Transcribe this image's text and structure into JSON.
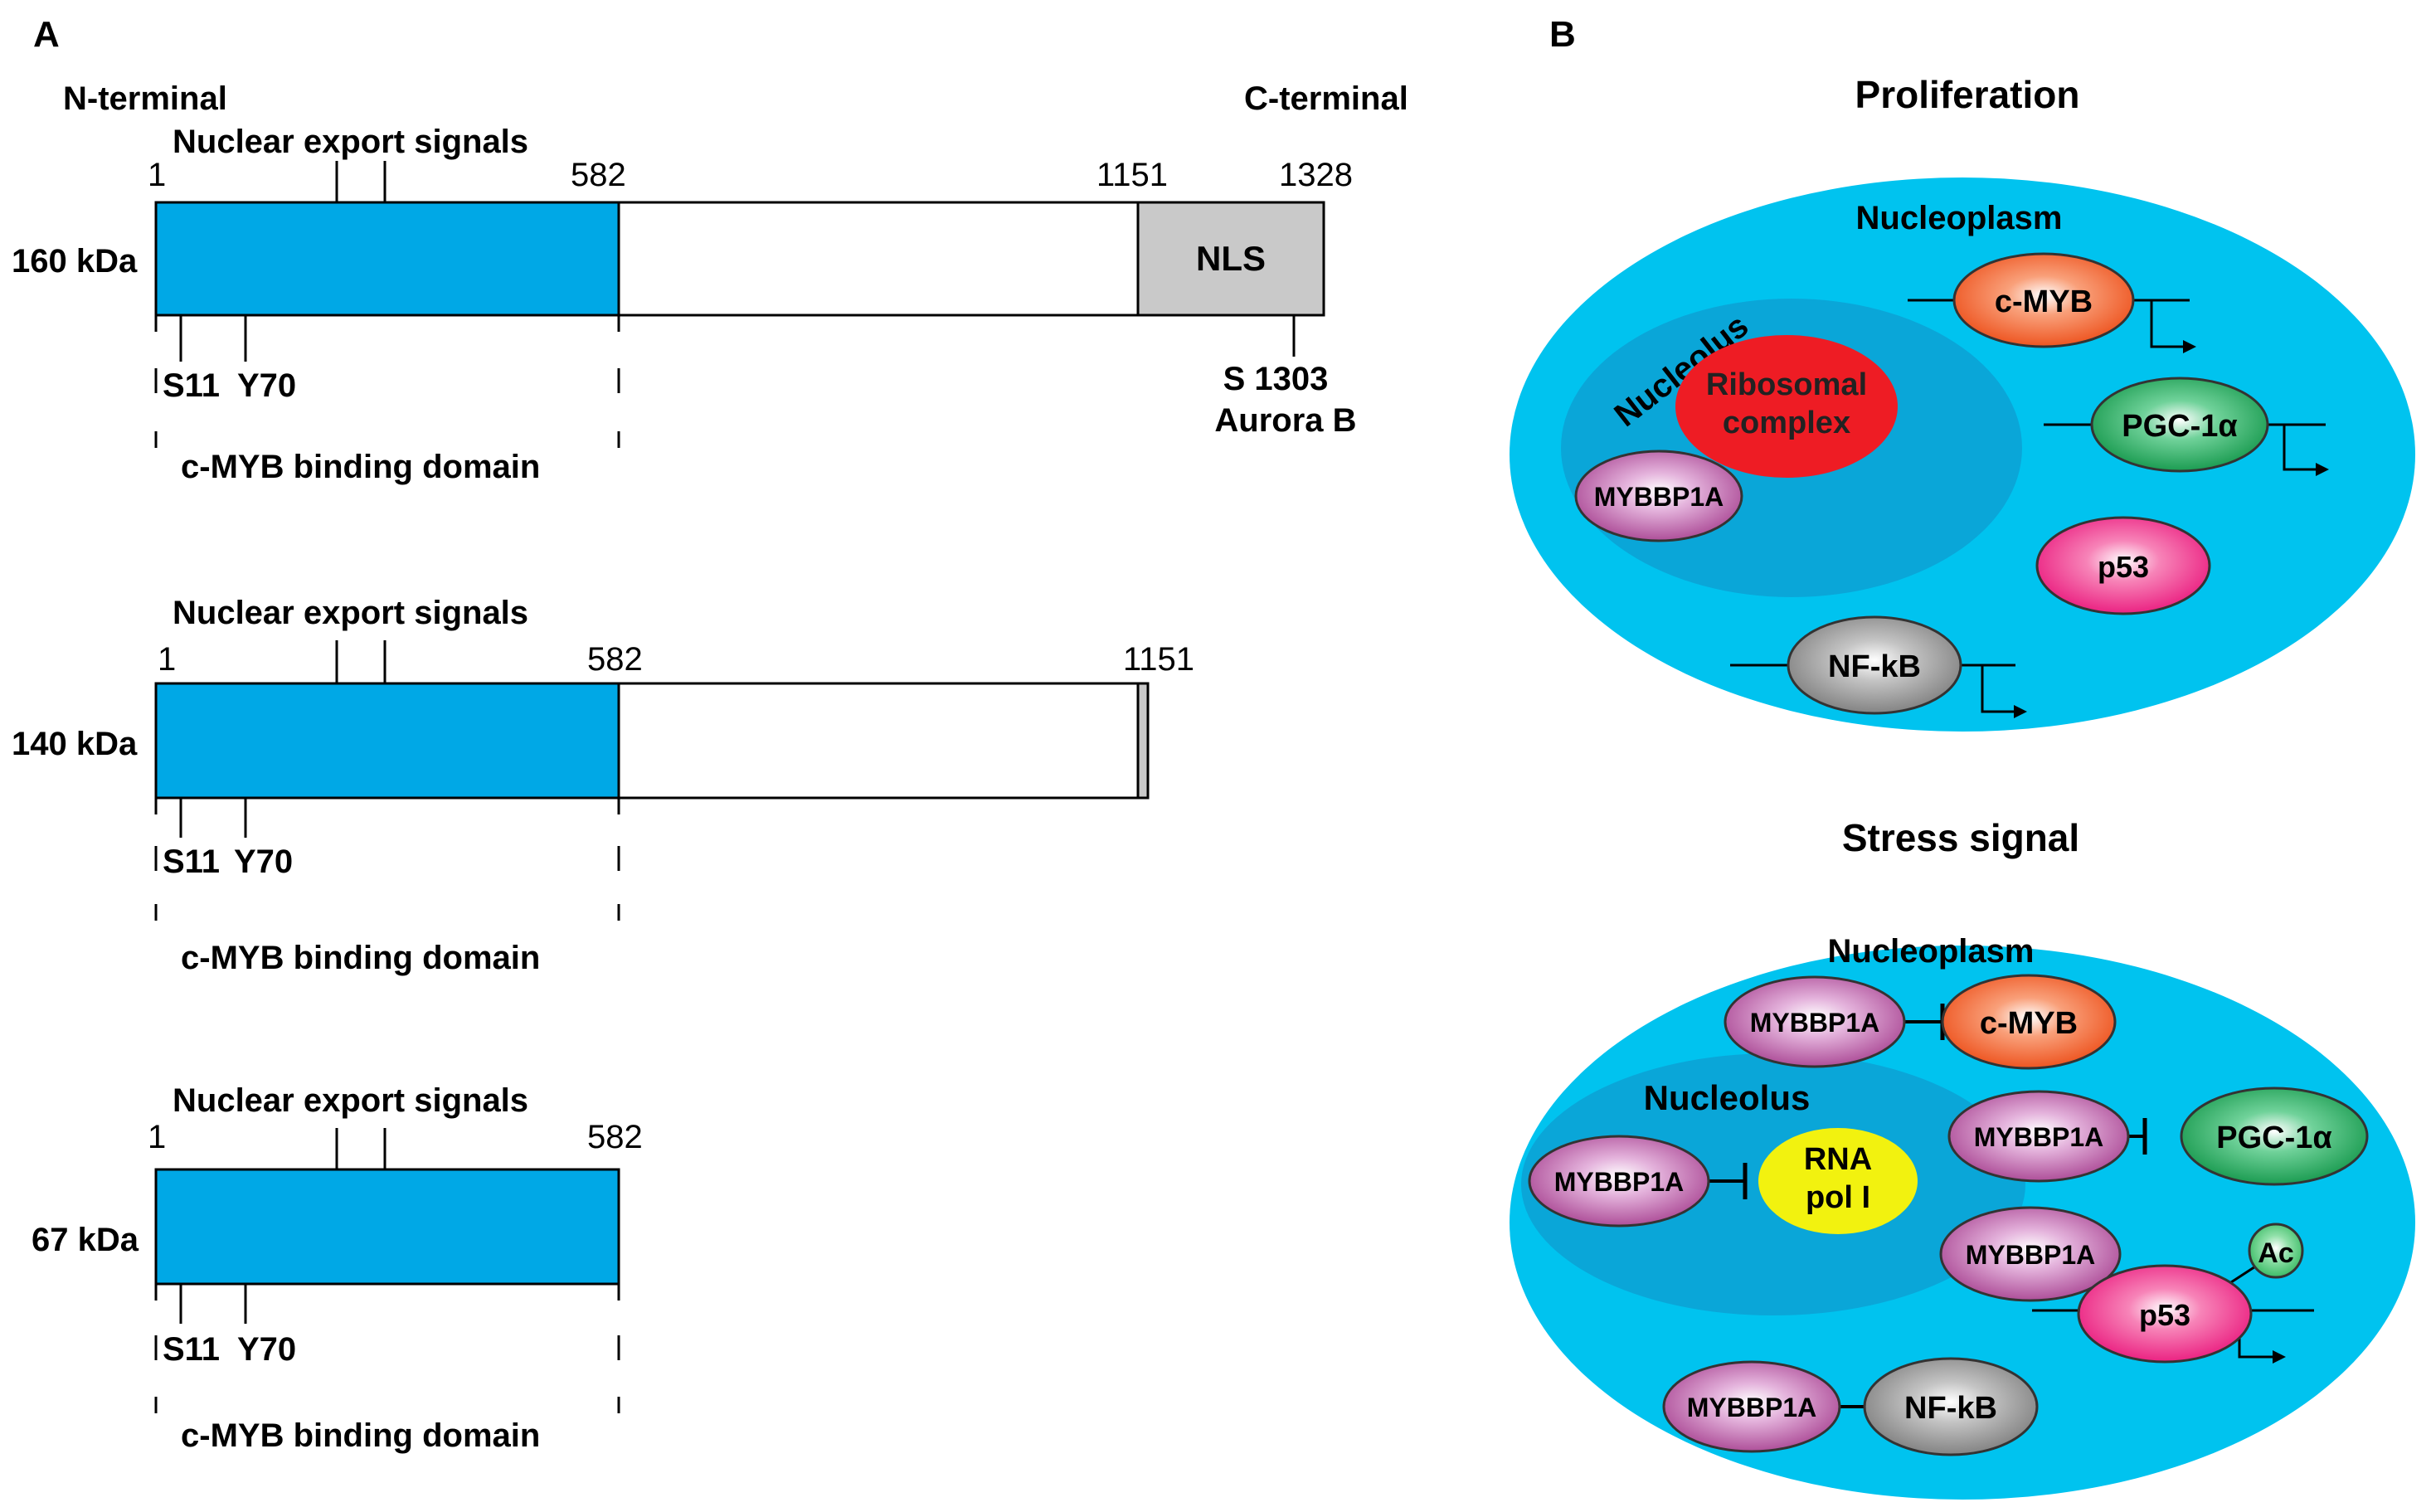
{
  "colors": {
    "blue_domain": "#00a8e6",
    "cell": "#00c3ef",
    "nucleolus": "#0aa6d8",
    "nls_gray": "#c9c9c9",
    "mybbp1a": "#b04fa0",
    "cmyb": "#f0561f",
    "pgc": "#12a050",
    "p53": "#ee1b7a",
    "nfkb": "#8a8a8a",
    "ribosomal": "#ee1c24",
    "rnapol": "#f2f20f",
    "ac": "#3ec26a"
  },
  "panelA": {
    "label": "A",
    "n_terminal": "N-terminal",
    "c_terminal": "C-terminal",
    "isoforms": [
      {
        "size": "160 kDa",
        "nes": "Nuclear export signals",
        "n1": "1",
        "n582": "582",
        "n1151": "1151",
        "n1328": "1328",
        "nls": "NLS",
        "s11": "S11",
        "y70": "Y70",
        "binding": "c-MYB binding domain",
        "s1303": "S 1303",
        "aurora": "Aurora B"
      },
      {
        "size": "140 kDa",
        "nes": "Nuclear export signals",
        "n1": "1",
        "n582": "582",
        "n1151": "1151",
        "s11": "S11",
        "y70": "Y70",
        "binding": "c-MYB binding domain"
      },
      {
        "size": "67 kDa",
        "nes": "Nuclear export signals",
        "n1": "1",
        "n582": "582",
        "s11": "S11",
        "y70": "Y70",
        "binding": "c-MYB binding domain"
      }
    ]
  },
  "panelB": {
    "label": "B",
    "proliferation": {
      "title": "Proliferation",
      "nucleoplasm": "Nucleoplasm",
      "nucleolus": "Nucleolus",
      "ribosomal_1": "Ribosomal",
      "ribosomal_2": "complex",
      "mybbp1a": "MYBBP1A",
      "cmyb": "c-MYB",
      "pgc": "PGC-1α",
      "p53": "p53",
      "nfkb": "NF-kB"
    },
    "stress": {
      "title": "Stress signal",
      "nucleoplasm": "Nucleoplasm",
      "nucleolus": "Nucleolus",
      "mybbp1a": "MYBBP1A",
      "cmyb": "c-MYB",
      "pgc": "PGC-1α",
      "rna_1": "RNA",
      "rna_2": "pol I",
      "p53": "p53",
      "ac": "Ac",
      "nfkb": "NF-kB"
    }
  }
}
